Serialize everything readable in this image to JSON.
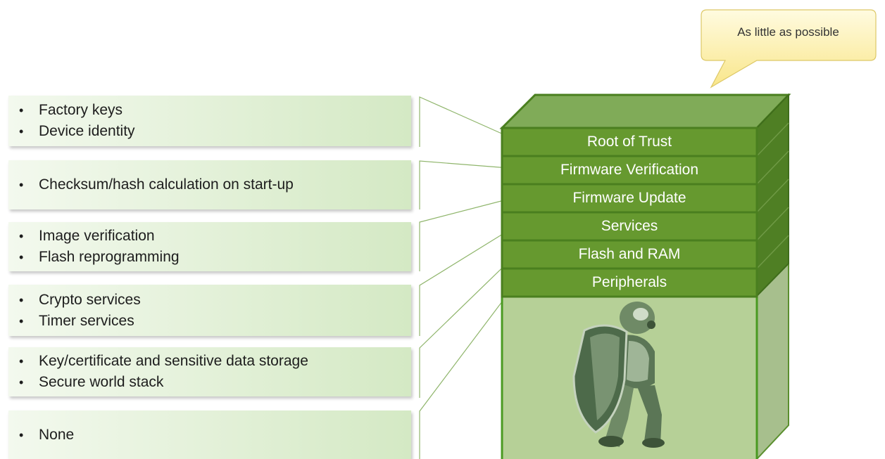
{
  "callout": {
    "text": "As little as possible"
  },
  "layers": [
    "Root of Trust",
    "Firmware Verification",
    "Firmware Update",
    "Services",
    "Flash and RAM",
    "Peripherals"
  ],
  "boxes": [
    {
      "bullets": [
        "Factory keys",
        "Device identity"
      ]
    },
    {
      "bullets": [
        "Checksum/hash calculation on start-up"
      ]
    },
    {
      "bullets": [
        "Image verification",
        "Flash reprogramming"
      ]
    },
    {
      "bullets": [
        "Crypto services",
        "Timer services"
      ]
    },
    {
      "bullets": [
        "Key/certificate and sensitive data storage",
        "Secure world stack"
      ]
    },
    {
      "bullets": [
        "None"
      ]
    }
  ],
  "bullet_symbol": "•",
  "colors": {
    "layer_green": "#66992f",
    "stack_border": "#4a7f1f",
    "body_green": "#b6d097",
    "callout_yellow": "#fdf1a6"
  },
  "illustration": "robot-with-shield"
}
